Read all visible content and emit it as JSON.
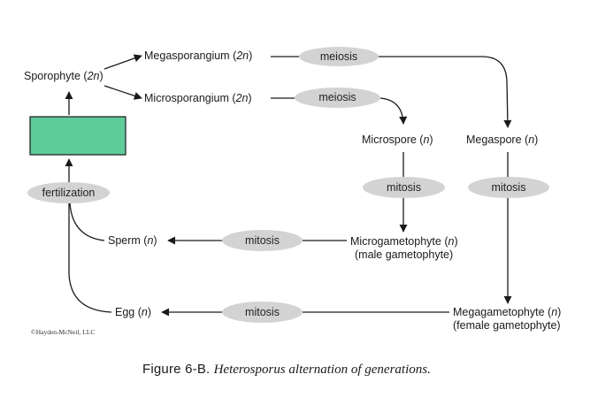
{
  "nodes": {
    "sporophyte": "Sporophyte (2n)",
    "megasporangium": "Megasporangium (2n)",
    "microsporangium": "Microsporangium (2n)",
    "microspore": "Microspore (n)",
    "megaspore": "Megaspore (n)",
    "microgametophyte": "Microgametophyte (n)",
    "microgametophyte_note": "(male gametophyte)",
    "megagametophyte": "Megagametophyte (n)",
    "megagametophyte_note": "(female gametophyte)",
    "sperm": "Sperm (n)",
    "egg": "Egg (n)"
  },
  "processes": {
    "meiosis_top": "meiosis",
    "meiosis_bottom": "meiosis",
    "mitosis_micro": "mitosis",
    "mitosis_mega": "mitosis",
    "mitosis_sperm": "mitosis",
    "mitosis_egg": "mitosis",
    "fertilization": "fertilization"
  },
  "colors": {
    "zygote_box": "#5ecb99",
    "pill": "#d3d3d3",
    "line": "#1a1a1a"
  },
  "copyright": "©Hayden-McNeil, LLC",
  "caption": {
    "figure": "Figure 6-B.",
    "title": "Heterosporus alternation of generations."
  }
}
